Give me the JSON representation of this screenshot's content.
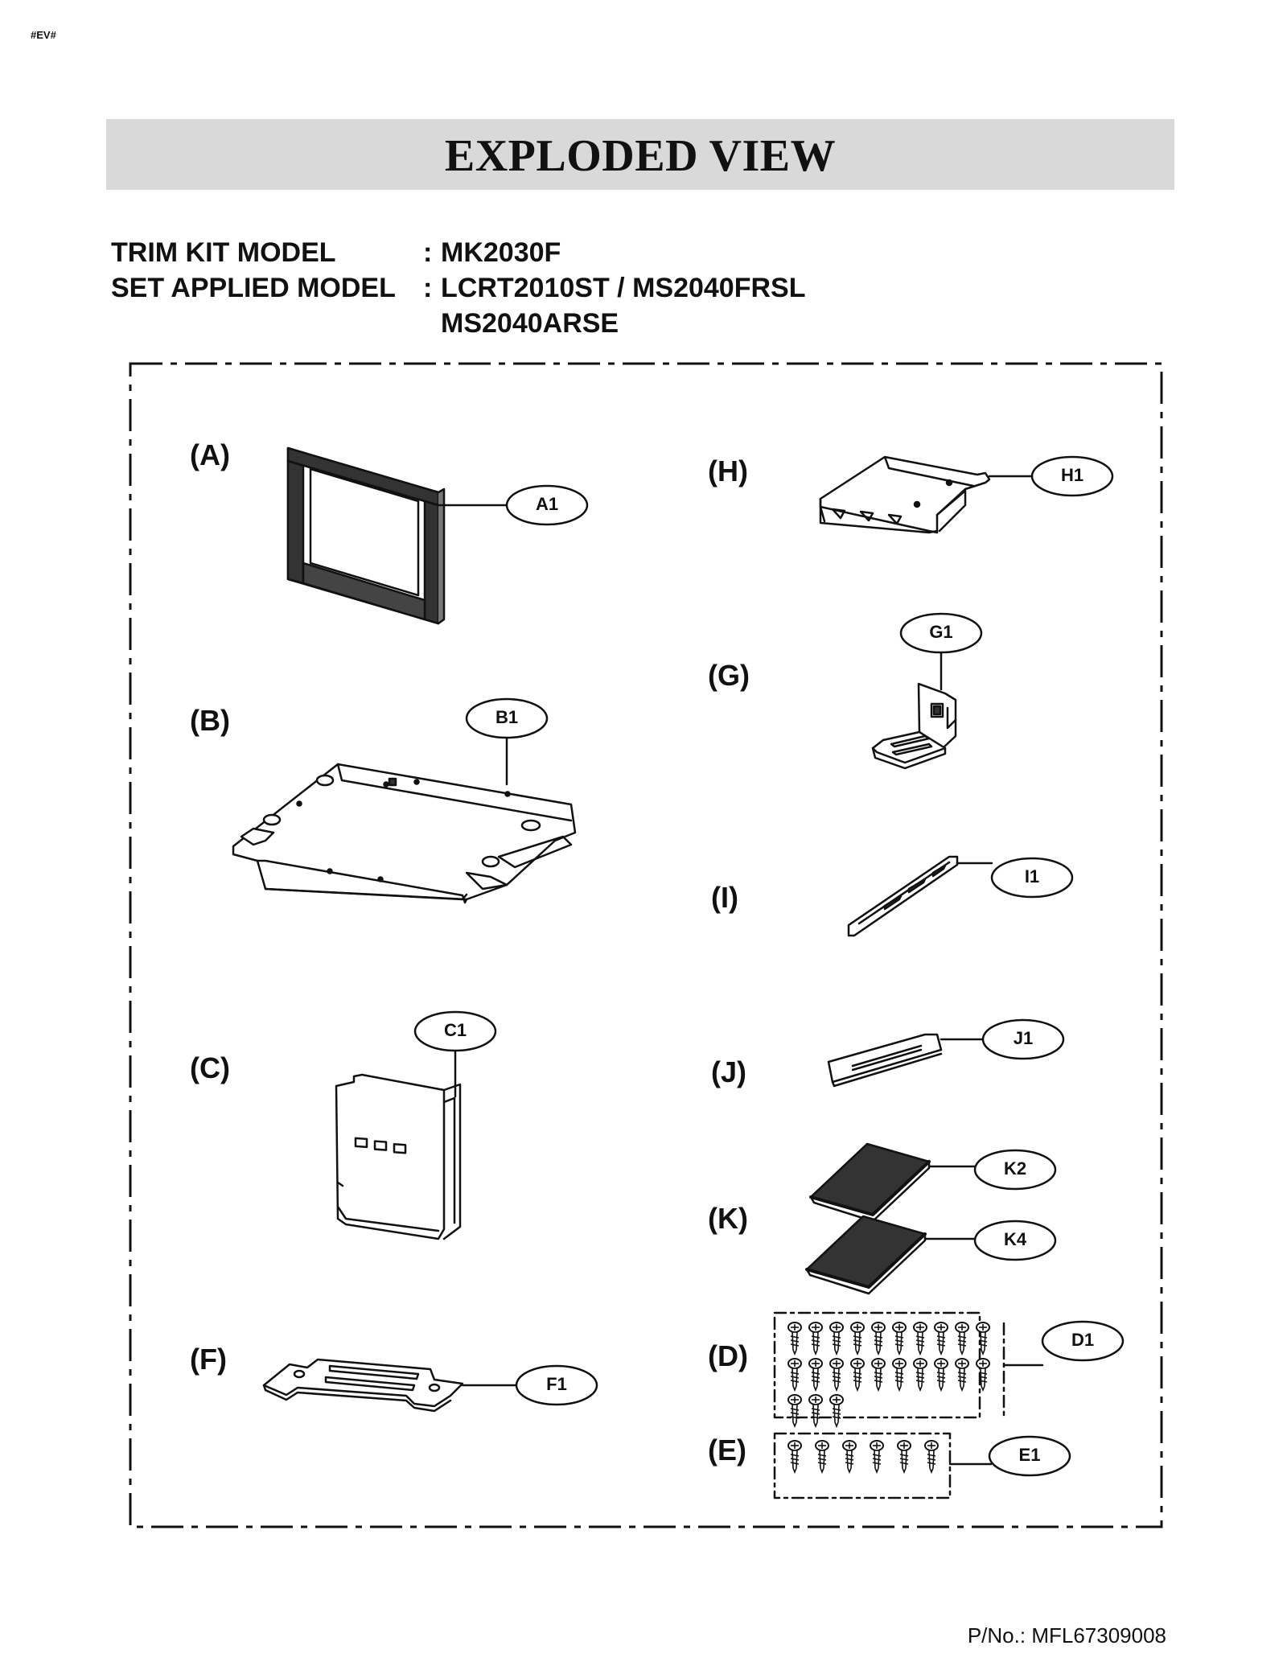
{
  "header_tag": "#EV#",
  "title": "EXPLODED VIEW",
  "models": {
    "trim_kit_label": "TRIM KIT MODEL",
    "trim_kit_value": "MK2030F",
    "set_applied_label": "SET APPLIED MODEL",
    "set_applied_value_1": "LCRT2010ST / MS2040FRSL",
    "set_applied_value_2": "MS2040ARSE",
    "colon": ":"
  },
  "sections": {
    "A": "(A)",
    "B": "(B)",
    "C": "(C)",
    "F": "(F)",
    "H": "(H)",
    "G": "(G)",
    "I": "(I)",
    "J": "(J)",
    "K": "(K)",
    "D": "(D)",
    "E": "(E)"
  },
  "parts": {
    "A1": "A1",
    "B1": "B1",
    "C1": "C1",
    "F1": "F1",
    "H1": "H1",
    "G1": "G1",
    "I1": "I1",
    "J1": "J1",
    "K2": "K2",
    "K4": "K4",
    "D1": "D1",
    "E1": "E1"
  },
  "part_number": "P/No.: MFL67309008"
}
